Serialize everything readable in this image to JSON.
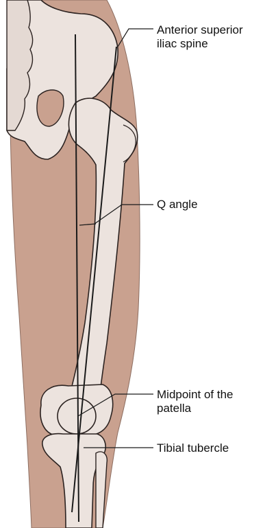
{
  "labels": {
    "asis": [
      "Anterior superior",
      "iliac spine"
    ],
    "q_angle": "Q angle",
    "patella": [
      "Midpoint of the",
      "patella"
    ],
    "tibial": "Tibial tubercle"
  },
  "colors": {
    "skin": "#c9a18f",
    "skin_outline": "#8c6d60",
    "bone": "#ece3de",
    "bone_outline": "#2b2220",
    "line": "#1a1a1a"
  }
}
